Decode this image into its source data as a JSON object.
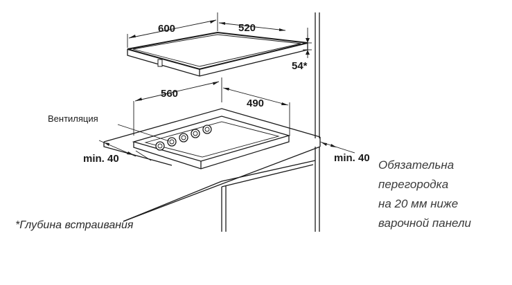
{
  "dimensions": {
    "hob_width": "600",
    "hob_depth": "520",
    "hob_height": "54*",
    "cutout_width": "560",
    "cutout_depth": "490",
    "min_left": "min. 40",
    "min_right": "min. 40"
  },
  "labels": {
    "ventilation": "Вентиляция",
    "footnote": "*Глубина встраивания"
  },
  "note_lines": [
    "Обязательна",
    "перегородка",
    "на 20 мм ниже",
    "варочной панели"
  ]
}
